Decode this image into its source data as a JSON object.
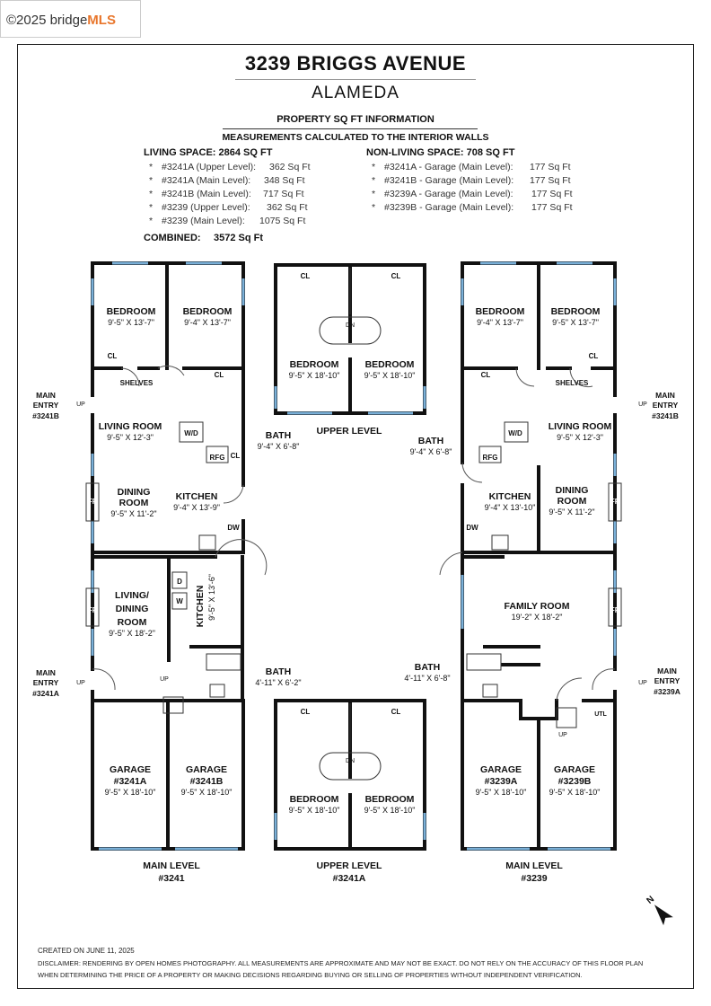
{
  "logo": {
    "copyright": "©2025 bridge",
    "brand": "MLS"
  },
  "header": {
    "title": "3239 BRIGGS AVENUE",
    "city": "ALAMEDA",
    "info_title": "PROPERTY SQ FT INFORMATION",
    "measure_note": "MEASUREMENTS CALCULATED TO THE INTERIOR WALLS"
  },
  "living": {
    "heading": "LIVING SPACE: 2864 SQ FT",
    "items": [
      {
        "name": "#3241A (Upper Level):",
        "value": "362 Sq Ft"
      },
      {
        "name": "#3241A (Main Level):",
        "value": "348 Sq Ft"
      },
      {
        "name": "#3241B (Main Level):",
        "value": "717 Sq Ft"
      },
      {
        "name": "#3239 (Upper Level):",
        "value": "362 Sq Ft"
      },
      {
        "name": "#3239 (Main Level):",
        "value": "1075 Sq Ft"
      }
    ],
    "combined_label": "COMBINED:",
    "combined_value": "3572 Sq Ft"
  },
  "nonliving": {
    "heading": "NON-LIVING SPACE: 708 SQ FT",
    "items": [
      {
        "name": "#3241A - Garage (Main Level):",
        "value": "177 Sq Ft"
      },
      {
        "name": "#3241B - Garage (Main Level):",
        "value": "177 Sq Ft"
      },
      {
        "name": "#3239A - Garage (Main Level):",
        "value": "177 Sq Ft"
      },
      {
        "name": "#3239B - Garage (Main Level):",
        "value": "177 Sq Ft"
      }
    ]
  },
  "rooms": {
    "bed1": {
      "name": "BEDROOM",
      "dim": "9'-5\" X 13'-7\""
    },
    "bed2": {
      "name": "BEDROOM",
      "dim": "9'-4\" X 13'-7\""
    },
    "bed3": {
      "name": "BEDROOM",
      "dim": "9'-4\" X 13'-7\""
    },
    "bed4": {
      "name": "BEDROOM",
      "dim": "9'-5\" X 13'-7\""
    },
    "up_bed1": {
      "name": "BEDROOM",
      "dim": "9'-5\" X 18'-10\""
    },
    "up_bed2": {
      "name": "BEDROOM",
      "dim": "9'-5\" X 18'-10\""
    },
    "up_bed3": {
      "name": "BEDROOM",
      "dim": "9'-5\" X 18'-10\""
    },
    "up_bed4": {
      "name": "BEDROOM",
      "dim": "9'-5\" X 18'-10\""
    },
    "living_l": {
      "name": "LIVING ROOM",
      "dim": "9'-5\" X 12'-3\""
    },
    "living_r": {
      "name": "LIVING ROOM",
      "dim": "9'-5\" X 12'-3\""
    },
    "dining_l": {
      "name1": "DINING",
      "name2": "ROOM",
      "dim": "9'-5\" X 11'-2\""
    },
    "dining_r": {
      "name1": "DINING",
      "name2": "ROOM",
      "dim": "9'-5\" X 11'-2\""
    },
    "kitchen_l": {
      "name": "KITCHEN",
      "dim": "9'-4\" X 13'-9\""
    },
    "kitchen_r": {
      "name": "KITCHEN",
      "dim": "9'-4\" X 13'-10\""
    },
    "bath_l": {
      "name": "BATH",
      "dim": "9'-4\" X 6'-8\""
    },
    "bath_r": {
      "name": "BATH",
      "dim": "9'-4\" X 6'-8\""
    },
    "livdin": {
      "name1": "LIVING/",
      "name2": "DINING",
      "name3": "ROOM",
      "dim": "9'-5\" X 18'-2\""
    },
    "kitchen_v": {
      "name": "KITCHEN",
      "dim": "9'-5\" X 13'-6\""
    },
    "bath_3241a": {
      "name": "BATH",
      "dim": "4'-11\" X 6'-2\""
    },
    "bath_3239": {
      "name": "BATH",
      "dim": "4'-11\" X 6'-8\""
    },
    "family": {
      "name": "FAMILY ROOM",
      "dim": "19'-2\" X 18'-2\""
    },
    "garage_3241a": {
      "name1": "GARAGE",
      "name2": "#3241A",
      "dim": "9'-5\" X 18'-10\""
    },
    "garage_3241b": {
      "name1": "GARAGE",
      "name2": "#3241B",
      "dim": "9'-5\" X 18'-10\""
    },
    "garage_3239a": {
      "name1": "GARAGE",
      "name2": "#3239A",
      "dim": "9'-5\" X 18'-10\""
    },
    "garage_3239b": {
      "name1": "GARAGE",
      "name2": "#3239B",
      "dim": "9'-5\" X 18'-10\""
    }
  },
  "fixtures": {
    "cl": "CL",
    "shelves": "SHELVES",
    "wd": "W/D",
    "rfg": "RFG",
    "dw": "DW",
    "fp": "FP",
    "up": "UP",
    "dn": "DN",
    "d": "D",
    "w": "W",
    "utl": "UTL"
  },
  "entries": {
    "entry_3241b": {
      "l1": "MAIN",
      "l2": "ENTRY",
      "l3": "#3241B"
    },
    "entry_3241b_r": {
      "l1": "MAIN",
      "l2": "ENTRY",
      "l3": "#3241B"
    },
    "entry_3241a": {
      "l1": "MAIN",
      "l2": "ENTRY",
      "l3": "#3241A"
    },
    "entry_3239a": {
      "l1": "MAIN",
      "l2": "ENTRY",
      "l3": "#3239A"
    }
  },
  "levels": {
    "upper": "UPPER LEVEL",
    "main_3241": {
      "l1": "MAIN LEVEL",
      "l2": "#3241"
    },
    "upper_3241a": {
      "l1": "UPPER LEVEL",
      "l2": "#3241A"
    },
    "main_3239": {
      "l1": "MAIN LEVEL",
      "l2": "#3239"
    }
  },
  "compass": "N",
  "footer": {
    "created": "CREATED ON JUNE 11, 2025",
    "disclaimer1": "DISCLAIMER: RENDERING BY OPEN HOMES PHOTOGRAPHY. ALL MEASUREMENTS ARE APPROXIMATE AND MAY NOT BE EXACT. DO NOT RELY ON THE ACCURACY OF THIS FLOOR PLAN",
    "disclaimer2": "WHEN DETERMINING THE PRICE OF A PROPERTY OR MAKING DECISIONS REGARDING BUYING OR SELLING OF PROPERTIES WITHOUT INDEPENDENT VERIFICATION."
  }
}
